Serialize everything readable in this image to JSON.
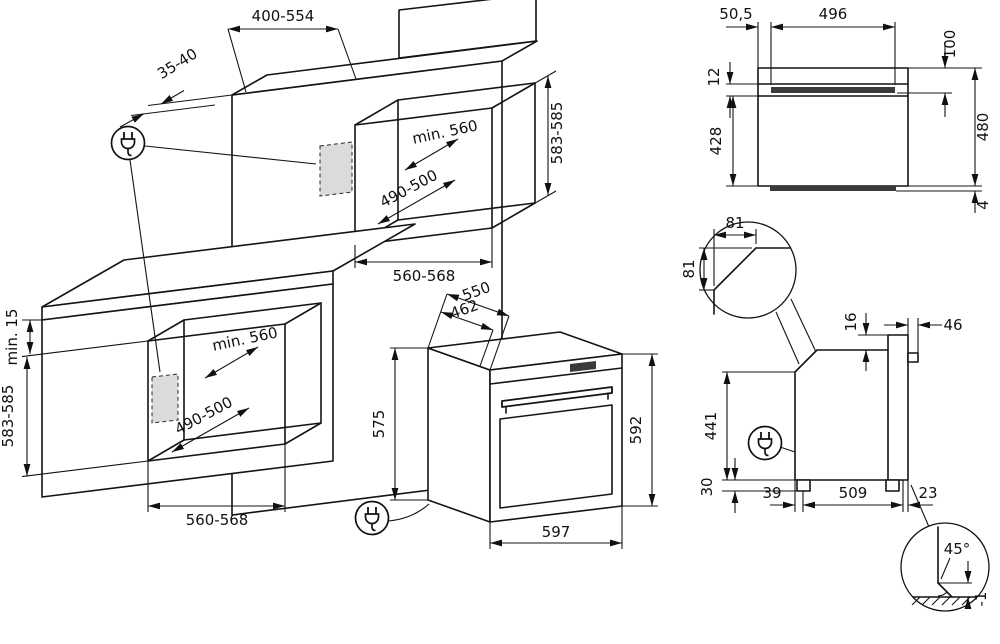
{
  "diagram": {
    "left": {
      "top_width": "400-554",
      "side_gap": "35-40",
      "upper": {
        "depth": "min. 560",
        "vent": "490-500",
        "height": "583-585",
        "width": "560-568"
      },
      "lower": {
        "clearance": "min. 15",
        "depth": "min. 560",
        "vent": "490-500",
        "height": "583-585",
        "width": "560-568"
      }
    },
    "oven": {
      "depth_total": "550",
      "depth_body": "462",
      "height_rear": "575",
      "height_front": "592",
      "width": "597"
    },
    "front": {
      "offset_left": "50,5",
      "trim_width": "496",
      "top_inset": "100",
      "trim_height": "12",
      "body_height": "428",
      "total_height": "480",
      "bottom_gap": "4"
    },
    "side": {
      "chamfer_w": "81",
      "chamfer_h": "81",
      "trim_raise": "16",
      "handle_depth": "46",
      "rear_height": "441",
      "foot_height": "30",
      "bottom_back": "39",
      "bottom_middle": "509",
      "bottom_front": "23",
      "corner_angle": "45°",
      "floor_tolerance": "-1"
    }
  }
}
